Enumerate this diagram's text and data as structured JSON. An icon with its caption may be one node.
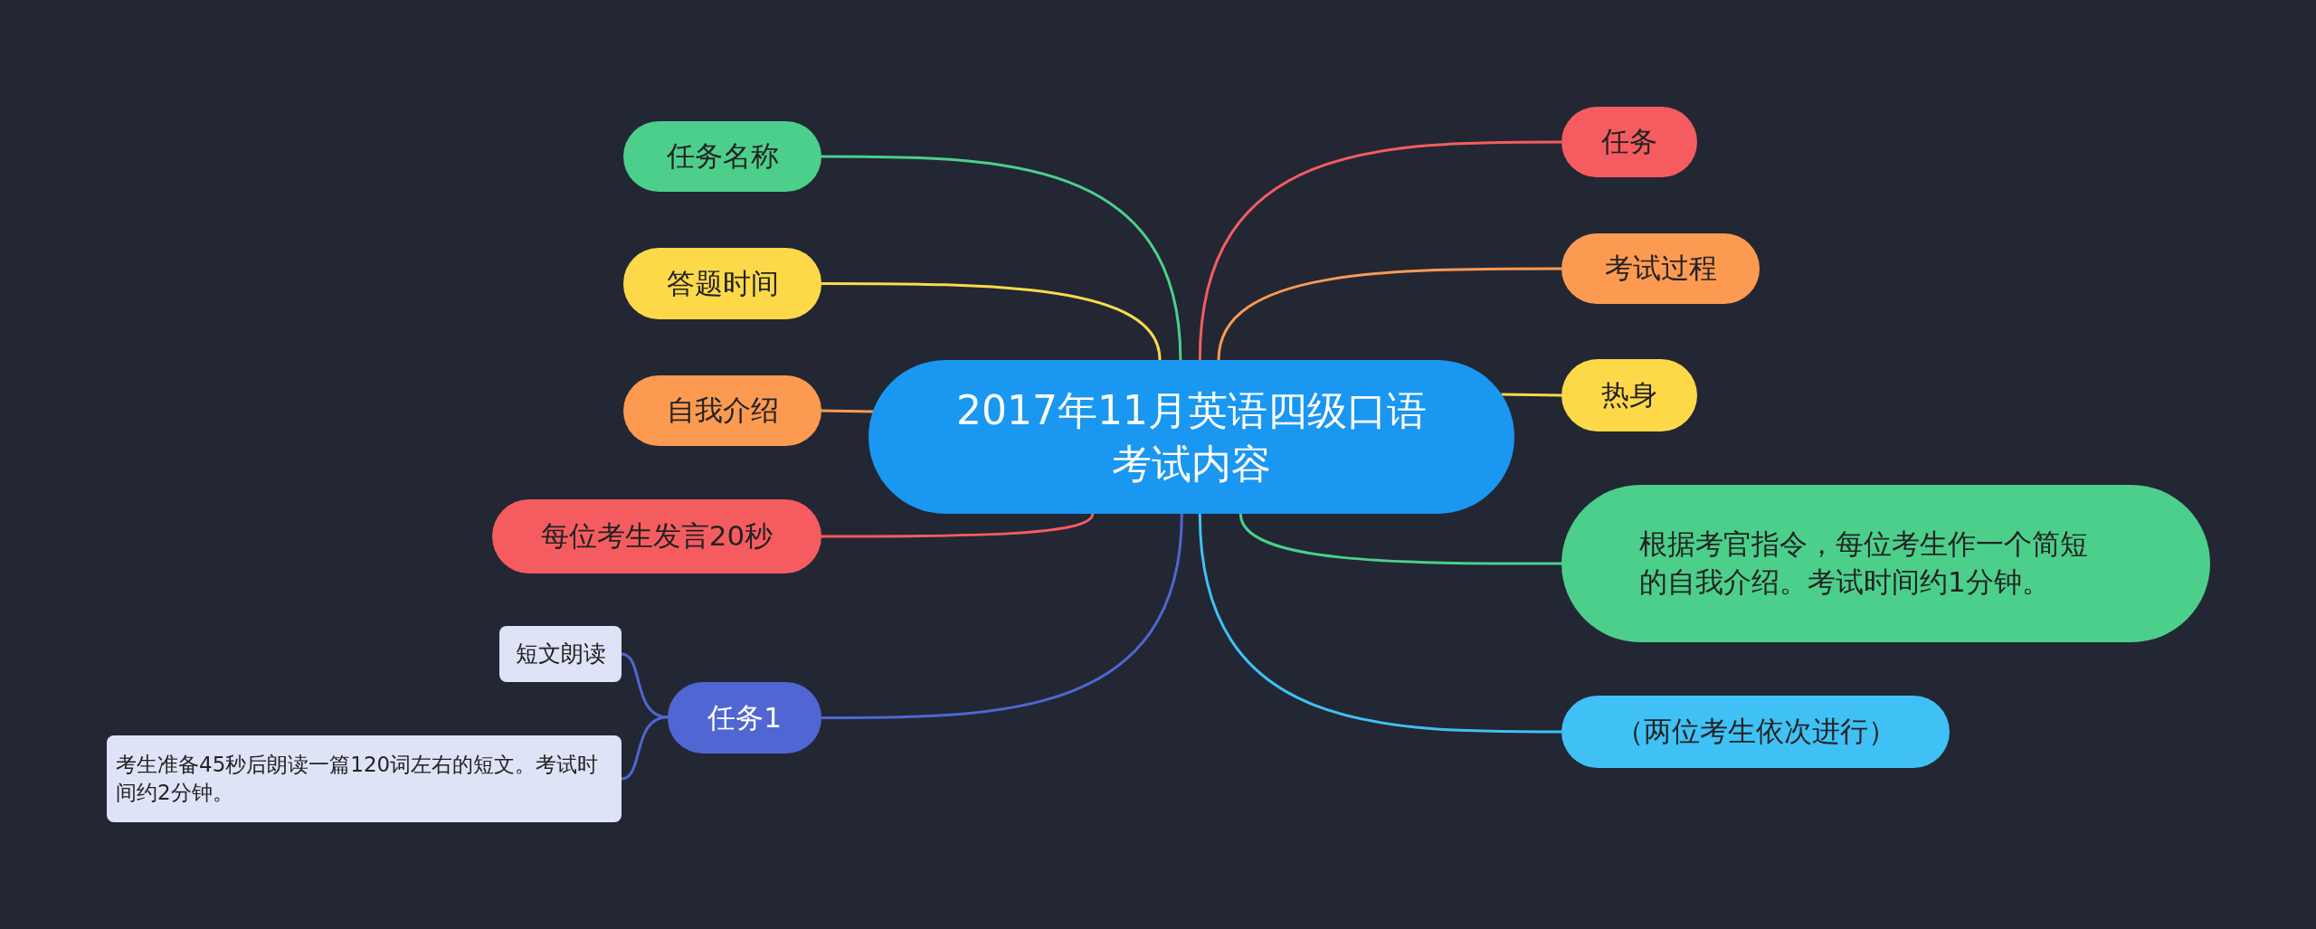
{
  "diagram": {
    "nodes": [
      {
        "text": [
          "2017年11月英语四级口语考试内容"
        ]
      },
      {
        "text": [
          "任务名称"
        ]
      },
      {
        "text": [
          "答题时间"
        ]
      },
      {
        "text": [
          "自我介绍"
        ]
      },
      {
        "text": [
          "每位考生发言20秒"
        ]
      },
      {
        "text": [
          "任务1"
        ]
      },
      {
        "text": [
          "短文朗读"
        ]
      },
      {
        "text": [
          "考生准备45秒后朗读一篇120词左右的短文。考试时间约2分钟。"
        ]
      },
      {
        "text": [
          "任务"
        ]
      },
      {
        "text": [
          "考试过程"
        ]
      },
      {
        "text": [
          "热身"
        ]
      },
      {
        "text": [
          "根据考官指令，每位考生作一个简短的自我介绍。考试时间约1分钟。"
        ]
      },
      {
        "text": [
          "（两位考生依次进行）"
        ]
      }
    ],
    "edges": [
      {
        "from": 0,
        "to": 1,
        "arrow": "none",
        "color": "#4ccf8b"
      },
      {
        "from": 0,
        "to": 2,
        "arrow": "none",
        "color": "#fdd94a"
      },
      {
        "from": 0,
        "to": 3,
        "arrow": "none",
        "color": "#fd9a52"
      },
      {
        "from": 0,
        "to": 4,
        "arrow": "none",
        "color": "#f55c60"
      },
      {
        "from": 0,
        "to": 5,
        "arrow": "none",
        "color": "#5066d2"
      },
      {
        "from": 5,
        "to": 6,
        "arrow": "none",
        "color": "#5066d2"
      },
      {
        "from": 5,
        "to": 7,
        "arrow": "none",
        "color": "#5066d2"
      },
      {
        "from": 0,
        "to": 8,
        "arrow": "none",
        "color": "#f55c60"
      },
      {
        "from": 0,
        "to": 9,
        "arrow": "none",
        "color": "#fd9a52"
      },
      {
        "from": 0,
        "to": 10,
        "arrow": "none",
        "color": "#fdd94a"
      },
      {
        "from": 0,
        "to": 11,
        "arrow": "none",
        "color": "#4ccf8b"
      },
      {
        "from": 0,
        "to": 12,
        "arrow": "none",
        "color": "#3fc1f5"
      }
    ]
  }
}
